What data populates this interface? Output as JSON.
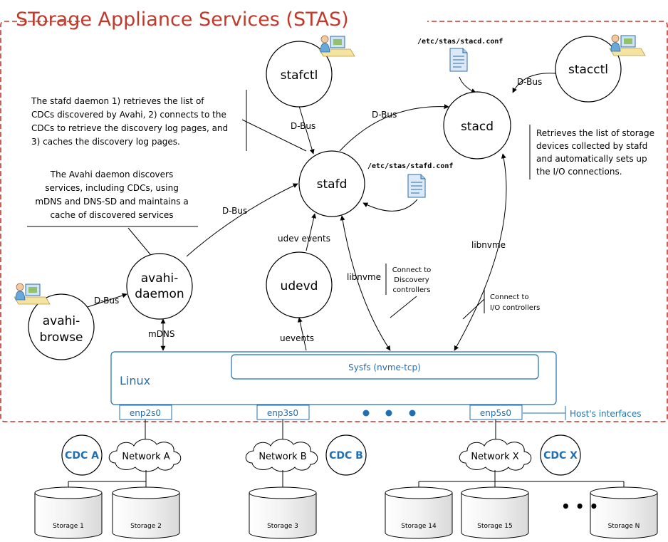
{
  "title": "STorage Appliance Services (STAS)",
  "nodes": {
    "stafctl": "stafctl",
    "stacctl": "stacctl",
    "stacd": "stacd",
    "stafd": "stafd",
    "avahi_daemon": [
      "avahi-",
      "daemon"
    ],
    "avahi_browse": [
      "avahi-",
      "browse"
    ],
    "udevd": "udevd"
  },
  "config_files": {
    "stacd": "/etc/stas/stacd.conf",
    "stafd": "/etc/stas/stafd.conf"
  },
  "edges": {
    "dbus": "D-Bus",
    "udev_events": "udev events",
    "libnvme": "libnvme",
    "mdns": "mDNS",
    "uevents": "uevents"
  },
  "notes": {
    "stafd": [
      "The stafd daemon 1) retrieves the list of",
      "CDCs discovered by Avahi, 2) connects to the",
      "CDCs to retrieve the discovery log pages, and",
      "3) caches the discovery log pages."
    ],
    "avahi": [
      "The Avahi daemon discovers",
      "services, including CDCs, using",
      "mDNS and DNS-SD and maintains a",
      "cache of discovered services"
    ],
    "stacd": [
      "Retrieves the list of storage",
      "devices collected by stafd",
      "and automatically sets up",
      "the I/O connections."
    ],
    "discovery": [
      "Connect to",
      "Discovery",
      "controllers"
    ],
    "io": [
      "Connect to",
      "I/O controllers"
    ]
  },
  "linux": {
    "label": "Linux",
    "sysfs": "Sysfs (nvme-tcp)",
    "interfaces": [
      "enp2s0",
      "enp3s0",
      "enp5s0"
    ],
    "interfaces_label": "Host's interfaces"
  },
  "networks": {
    "a": "Network A",
    "b": "Network B",
    "x": "Network X"
  },
  "cdcs": {
    "a": "CDC A",
    "b": "CDC B",
    "x": "CDC X"
  },
  "storage": [
    "Storage 1",
    "Storage 2",
    "Storage 3",
    "Storage 14",
    "Storage 15",
    "Storage N"
  ],
  "colors": {
    "title": "#c0392b",
    "accent": "#1f6fb2",
    "border": "#c0392b"
  }
}
